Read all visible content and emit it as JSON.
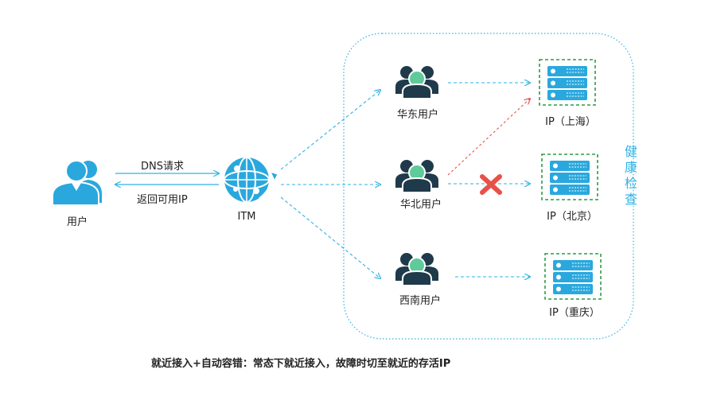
{
  "client": {
    "label": "用户"
  },
  "itm": {
    "label": "ITM"
  },
  "requests": {
    "query_label": "DNS请求",
    "reply_label": "返回可用IP"
  },
  "region_users": [
    {
      "label": "华东用户"
    },
    {
      "label": "华北用户"
    },
    {
      "label": "西南用户"
    }
  ],
  "servers": [
    {
      "label": "IP（上海）"
    },
    {
      "label": "IP（北京）"
    },
    {
      "label": "IP（重庆）"
    }
  ],
  "health_check": {
    "label": "健康检查"
  },
  "caption": "就近接入+自动容错：常态下就近接入，故障时切至就近的存活IP",
  "colors": {
    "arrow": "#2eb2e5",
    "failover_arrow": "#e8514a",
    "fault_mark": "#e8514a",
    "user_head": "#5fcb9a",
    "user_dark": "#1f3a4a",
    "client_icon": "#2aa8de",
    "server": "#2aa8de",
    "server_frame": "#2f9a48"
  }
}
